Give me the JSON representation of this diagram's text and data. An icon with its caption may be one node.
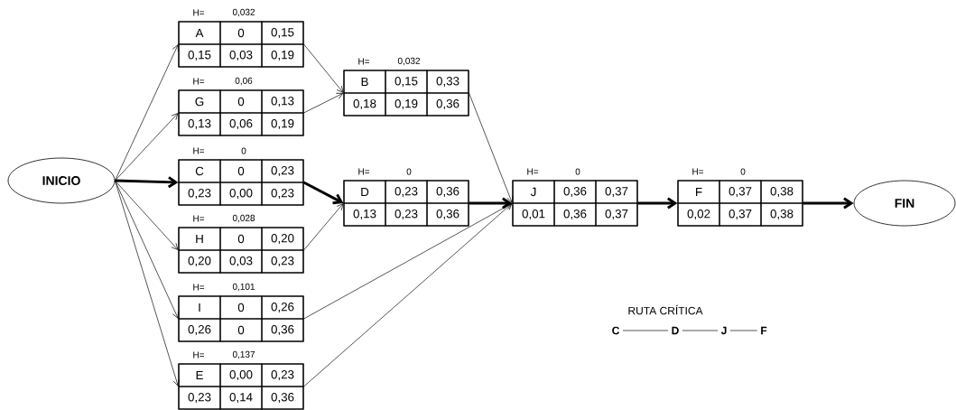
{
  "diagram": {
    "nodes": [
      {
        "text": [
          "INICIO"
        ]
      },
      {
        "text": [
          "H=",
          "0,032",
          "A",
          "0",
          "0,15",
          "0,15",
          "0,03",
          "0,19"
        ]
      },
      {
        "text": [
          "H=",
          "0,06",
          "G",
          "0",
          "0,13",
          "0,13",
          "0,06",
          "0,19"
        ]
      },
      {
        "text": [
          "H=",
          "0",
          "C",
          "0",
          "0,23",
          "0,23",
          "0,00",
          "0,23"
        ]
      },
      {
        "text": [
          "H=",
          "0,028",
          "H",
          "0",
          "0,20",
          "0,20",
          "0,03",
          "0,23"
        ]
      },
      {
        "text": [
          "H=",
          "0,101",
          "I",
          "0",
          "0,26",
          "0,26",
          "0",
          "0,36"
        ]
      },
      {
        "text": [
          "H=",
          "0,137",
          "E",
          "0,00",
          "0,23",
          "0,23",
          "0,14",
          "0,36"
        ]
      },
      {
        "text": [
          "H=",
          "0,032",
          "B",
          "0,15",
          "0,33",
          "0,18",
          "0,19",
          "0,36"
        ]
      },
      {
        "text": [
          "H=",
          "0",
          "D",
          "0,23",
          "0,36",
          "0,13",
          "0,23",
          "0,36"
        ]
      },
      {
        "text": [
          "H=",
          "0",
          "J",
          "0,36",
          "0,37",
          "0,01",
          "0,36",
          "0,37"
        ]
      },
      {
        "text": [
          "H=",
          "0",
          "F",
          "0,37",
          "0,38",
          "0,02",
          "0,37",
          "0,38"
        ]
      },
      {
        "text": [
          "FIN"
        ]
      }
    ],
    "edges": [
      {
        "from": 0,
        "to": 1,
        "arrow": "to"
      },
      {
        "from": 0,
        "to": 2,
        "arrow": "to"
      },
      {
        "from": 0,
        "to": 3,
        "arrow": "to",
        "style": "thick"
      },
      {
        "from": 0,
        "to": 4,
        "arrow": "to"
      },
      {
        "from": 0,
        "to": 5,
        "arrow": "to"
      },
      {
        "from": 0,
        "to": 6,
        "arrow": "to"
      },
      {
        "from": 1,
        "to": 7,
        "arrow": "to"
      },
      {
        "from": 2,
        "to": 7,
        "arrow": "to"
      },
      {
        "from": 3,
        "to": 8,
        "arrow": "to",
        "style": "thick"
      },
      {
        "from": 4,
        "to": 8,
        "arrow": "to"
      },
      {
        "from": 7,
        "to": 9,
        "arrow": "to"
      },
      {
        "from": 8,
        "to": 9,
        "arrow": "to",
        "style": "thick"
      },
      {
        "from": 5,
        "to": 9,
        "arrow": "to"
      },
      {
        "from": 6,
        "to": 9,
        "arrow": "to"
      },
      {
        "from": 9,
        "to": 10,
        "arrow": "to",
        "style": "thick"
      },
      {
        "from": 10,
        "to": 11,
        "arrow": "to",
        "style": "thick"
      }
    ],
    "labels": [
      "RUTA CRÍTICA",
      "C",
      "D",
      "J",
      "F"
    ]
  }
}
